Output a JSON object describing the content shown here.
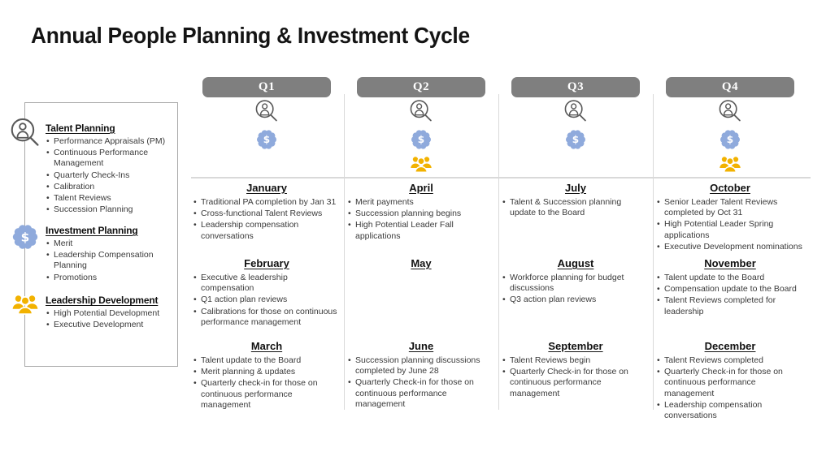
{
  "title": "Annual People Planning & Investment Cycle",
  "colors": {
    "quarter_header_bg": "#7f7f7f",
    "badge_blue": "#8faadc",
    "people_gold": "#f2b200",
    "outline_gray": "#595959",
    "divider_gray": "#d9d9d9",
    "legend_border": "#a9a9a9"
  },
  "legend": {
    "sections": [
      {
        "icon": "person-search-icon",
        "title": "Talent Planning",
        "items": [
          "Performance Appraisals (PM)",
          "Continuous Performance Management",
          "Quarterly Check-Ins",
          "Calibration",
          "Talent Reviews",
          "Succession Planning"
        ]
      },
      {
        "icon": "dollar-badge-icon",
        "title": "Investment Planning",
        "items": [
          "Merit",
          "Leadership Compensation Planning",
          "Promotions"
        ]
      },
      {
        "icon": "people-group-icon",
        "title": "Leadership Development",
        "items": [
          "High Potential Development",
          "Executive Development"
        ]
      }
    ]
  },
  "quarters": [
    {
      "label": "Q1",
      "icons": [
        "person-search-icon",
        "dollar-badge-icon"
      ],
      "months": [
        {
          "name": "January",
          "items": [
            "Traditional PA completion by Jan 31",
            "Cross-functional Talent Reviews",
            "Leadership compensation conversations"
          ]
        },
        {
          "name": "February",
          "items": [
            "Executive & leadership compensation",
            "Q1 action plan reviews",
            "Calibrations for those on continuous performance management"
          ]
        },
        {
          "name": "March",
          "items": [
            "Talent update to the Board",
            "Merit planning & updates",
            "Quarterly check-in for those on continuous performance management"
          ]
        }
      ]
    },
    {
      "label": "Q2",
      "icons": [
        "person-search-icon",
        "dollar-badge-icon",
        "people-group-icon"
      ],
      "months": [
        {
          "name": "April",
          "items": [
            "Merit payments",
            "Succession planning begins",
            "High Potential Leader Fall applications"
          ]
        },
        {
          "name": "May",
          "items": []
        },
        {
          "name": "June",
          "items": [
            "Succession planning discussions completed by June 28",
            "Quarterly Check-in for those on continuous performance management"
          ]
        }
      ]
    },
    {
      "label": "Q3",
      "icons": [
        "person-search-icon",
        "dollar-badge-icon"
      ],
      "months": [
        {
          "name": "July",
          "items": [
            "Talent & Succession planning update to the Board"
          ]
        },
        {
          "name": "August",
          "items": [
            "Workforce planning for budget discussions",
            "Q3 action plan reviews"
          ]
        },
        {
          "name": "September",
          "items": [
            "Talent Reviews begin",
            "Quarterly Check-in for those on continuous performance management"
          ]
        }
      ]
    },
    {
      "label": "Q4",
      "icons": [
        "person-search-icon",
        "dollar-badge-icon",
        "people-group-icon"
      ],
      "months": [
        {
          "name": "October",
          "items": [
            "Senior Leader Talent Reviews completed by Oct 31",
            "High Potential Leader Spring applications",
            "Executive Development nominations"
          ]
        },
        {
          "name": "November",
          "items": [
            "Talent update to the Board",
            "Compensation update to the Board",
            "Talent Reviews completed for leadership"
          ]
        },
        {
          "name": "December",
          "items": [
            "Talent Reviews completed",
            "Quarterly Check-in for those on continuous performance management",
            "Leadership compensation conversations"
          ]
        }
      ]
    }
  ]
}
